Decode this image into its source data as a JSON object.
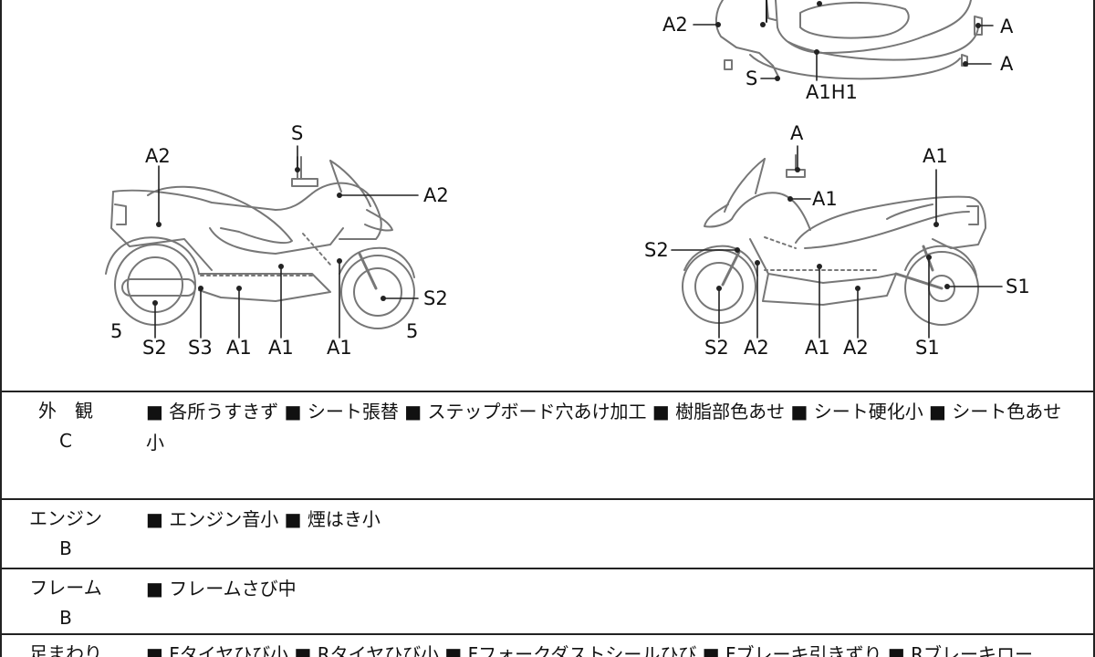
{
  "diagram": {
    "top_view": {
      "labels": {
        "a2": "A2",
        "s": "S",
        "a1h1": "A1H1",
        "a_upper": "A",
        "a_lower": "A"
      }
    },
    "left_side": {
      "labels": {
        "s_top": "S",
        "a2_tail": "A2",
        "a2_front": "A2",
        "s2_front": "S2",
        "s2_bottom": "S2",
        "s3_bottom": "S3",
        "a1_bottom_1": "A1",
        "a1_bottom_2": "A1",
        "a1_bottom_3": "A1",
        "num_left": "5",
        "num_right": "5"
      }
    },
    "right_side": {
      "labels": {
        "a_top": "A",
        "a1_bar": "A1",
        "a1_tail": "A1",
        "s2_left": "S2",
        "s1_right": "S1",
        "s2_bottom": "S2",
        "a2_bottom_1": "A2",
        "a1_bottom": "A1",
        "a2_bottom_2": "A2",
        "s1_bottom": "S1"
      }
    }
  },
  "conditions": [
    {
      "head": "外　観",
      "grade": "C",
      "items": "■ 各所うすきず ■ シート張替 ■ ステップボード穴あけ加工 ■ 樹脂部色あせ ■ シート硬化小 ■ シート色あせ小"
    },
    {
      "head": "エンジン",
      "grade": "B",
      "items": "■ エンジン音小 ■ 煙はき小"
    },
    {
      "head": "フレーム",
      "grade": "B",
      "items": "■ フレームさび中"
    },
    {
      "head": "足まわり",
      "grade": "",
      "items": "■ Fタイヤひび小 ■ Rタイヤひび小 ■ Fフォークダストシールひび ■ Fブレーキ引きずり ■ Rブレーキロー"
    }
  ]
}
